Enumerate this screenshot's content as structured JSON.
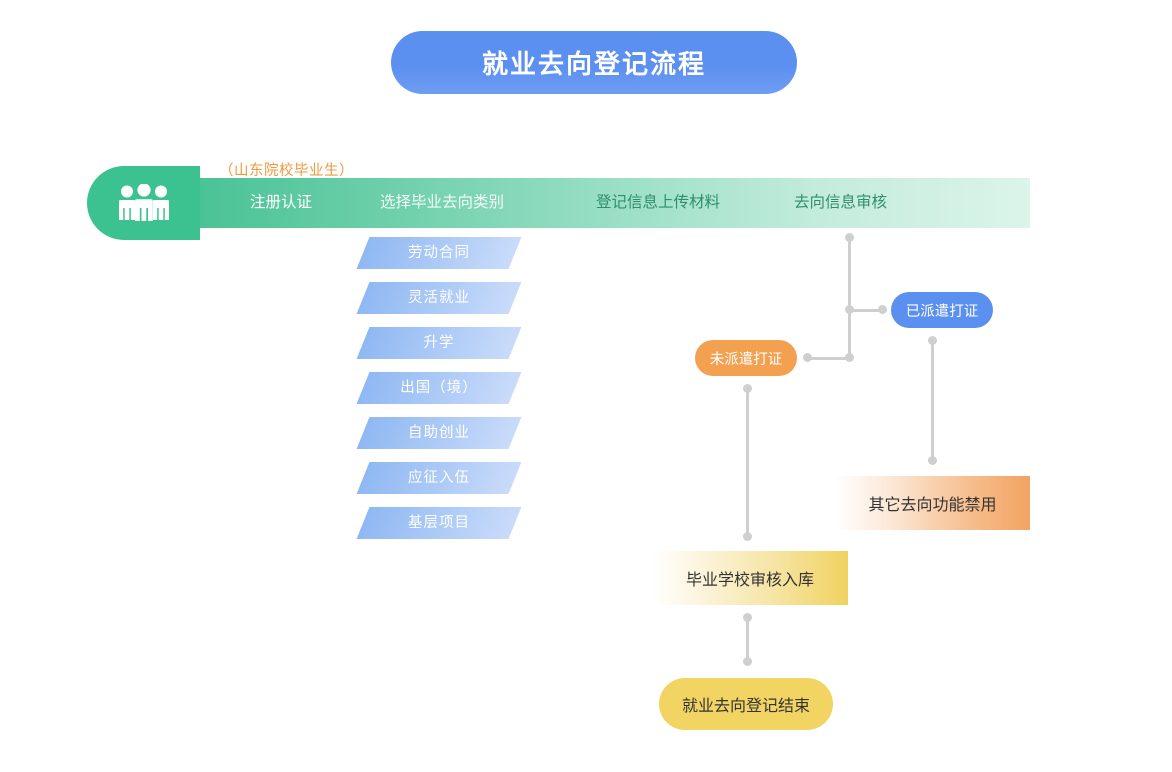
{
  "title": "就业去向登记流程",
  "sub_label": "（山东院校毕业生）",
  "avatar_icon": "people-group-icon",
  "stages": [
    {
      "label": "注册认证"
    },
    {
      "label": "选择毕业去向类别"
    },
    {
      "label": "登记信息上传材料"
    },
    {
      "label": "去向信息审核"
    }
  ],
  "categories": [
    {
      "label": "劳动合同"
    },
    {
      "label": "灵活就业"
    },
    {
      "label": "升学"
    },
    {
      "label": "出国（境）"
    },
    {
      "label": "自助创业"
    },
    {
      "label": "应征入伍"
    },
    {
      "label": "基层项目"
    }
  ],
  "nodes": {
    "not_dispatched": "未派遣打证",
    "dispatched": "已派遣打证",
    "other_disabled": "其它去向功能禁用",
    "school_review": "毕业学校审核入库",
    "end": "就业去向登记结束"
  },
  "colors": {
    "title_blue": "#5b8ff0",
    "banner_green": "#4ac396",
    "banner_green_light": "#dcf4ea",
    "sub_label_orange": "#ef9a3f",
    "chip_blue_dark": "#8fb8f3",
    "chip_blue_light": "#c9dbfa",
    "pill_orange": "#f3a051",
    "pill_blue": "#5b8ff0",
    "pill_yellow": "#f2d463",
    "rect_orange": "#f2a362",
    "rect_yellow": "#f0d260",
    "connector_gray": "#cfcfcf",
    "background": "#ffffff"
  }
}
